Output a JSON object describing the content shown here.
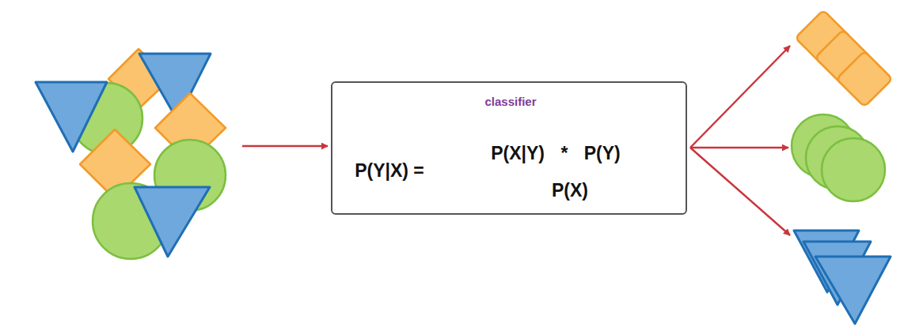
{
  "diagram": {
    "nodes": [
      {
        "text": [
          "classifier",
          "P(Y|X) =",
          "P(X|Y) * P(Y)",
          "P(X)"
        ]
      }
    ]
  }
}
